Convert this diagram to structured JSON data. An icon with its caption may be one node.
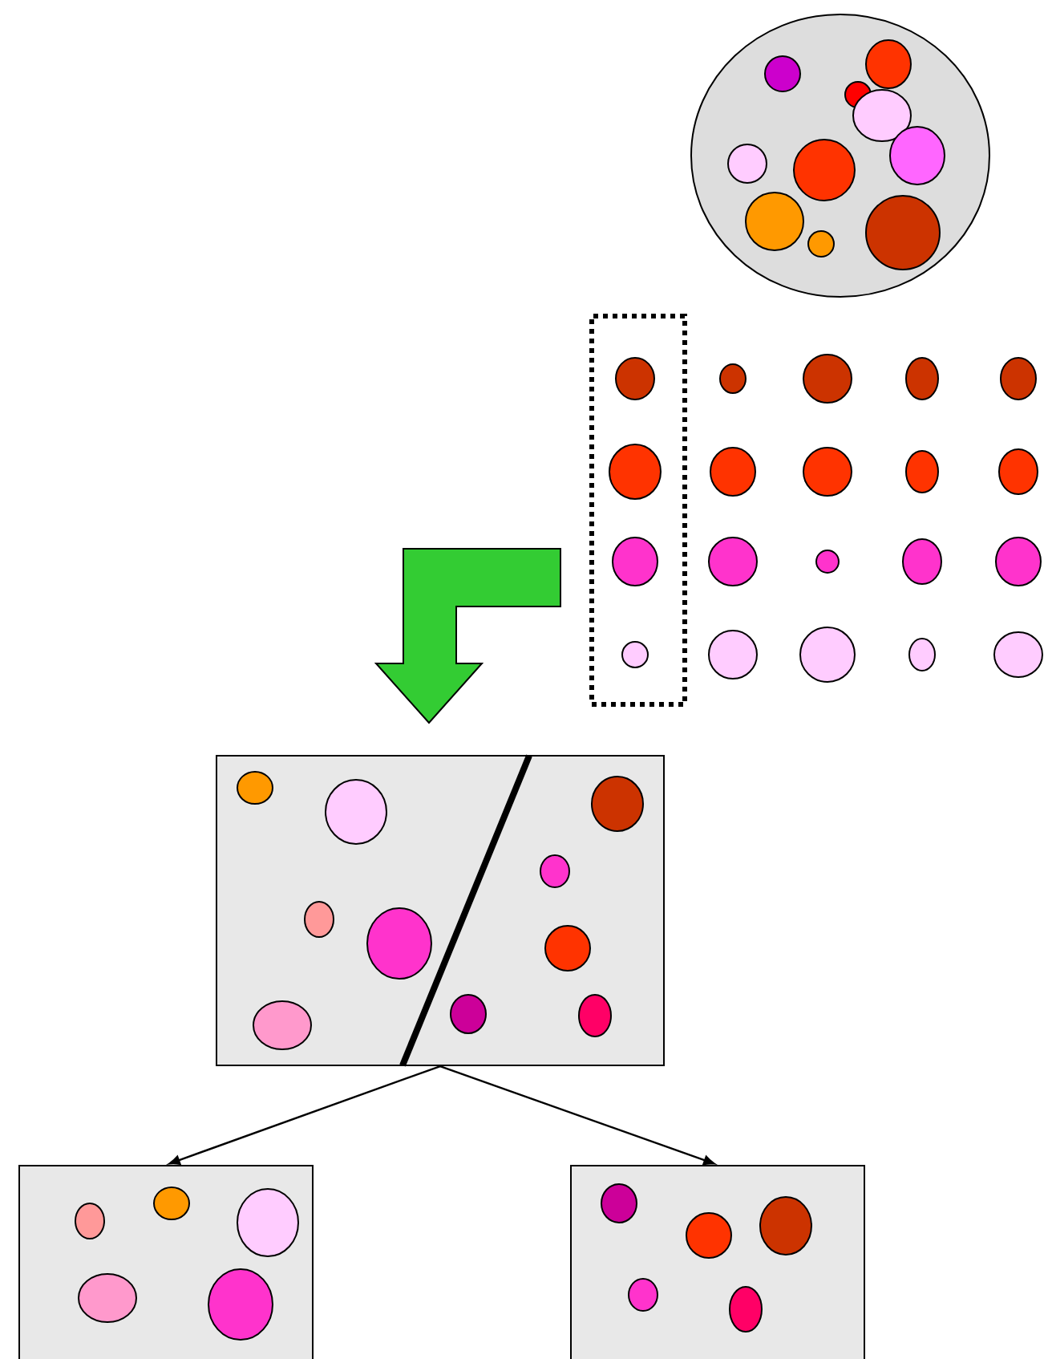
{
  "diagram": {
    "nodes": [
      {
        "text": [],
        "shape": "circle"
      },
      {
        "text": [],
        "shape": "box"
      },
      {
        "text": [],
        "shape": "box"
      },
      {
        "text": [],
        "shape": "box"
      },
      {
        "text": [],
        "shape": "box"
      }
    ],
    "edges": [
      {
        "from": 1,
        "to": 2,
        "arrow": "to",
        "style": "thick",
        "color": "#33cc33"
      },
      {
        "from": 2,
        "to": 3,
        "arrow": "to"
      },
      {
        "from": 2,
        "to": 4,
        "arrow": "to"
      }
    ]
  }
}
